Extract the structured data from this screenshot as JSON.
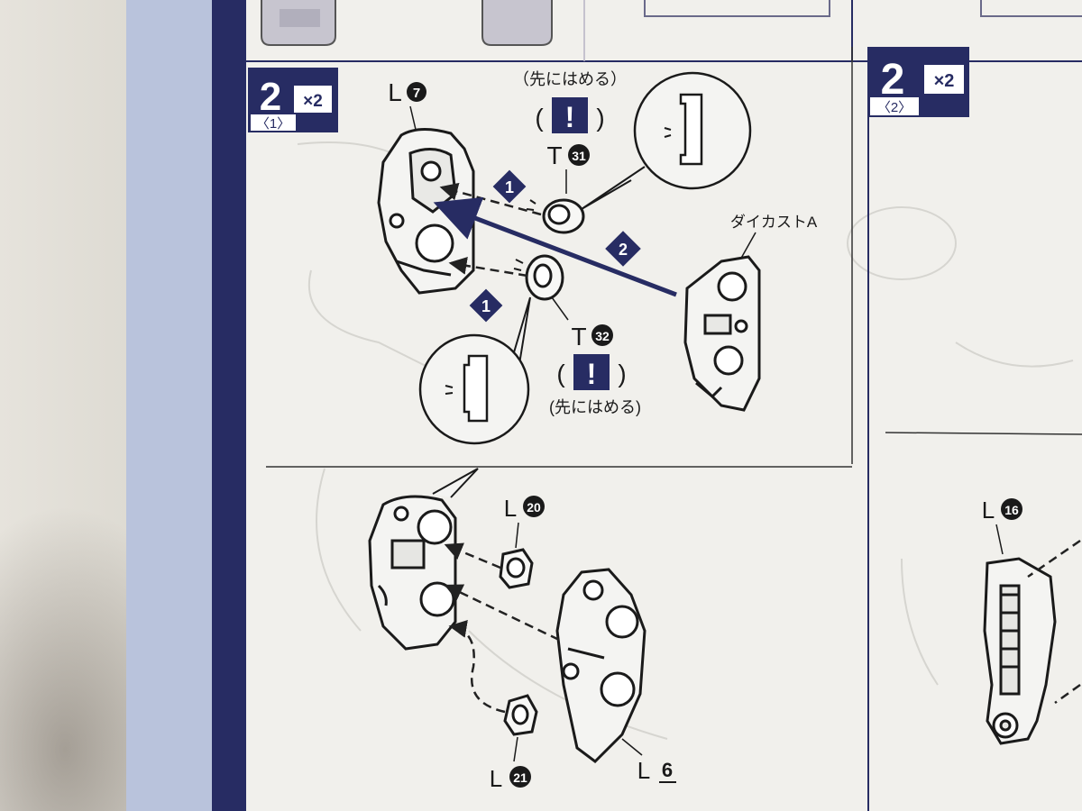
{
  "colors": {
    "navy": "#272c63",
    "panel_bg": "#f1f0ec",
    "line": "#3a3a42"
  },
  "left_step": {
    "number": "2",
    "multiplier": "×2",
    "sub": "〈1〉",
    "parts": {
      "l7": {
        "letter": "L",
        "num": "7"
      },
      "t31": {
        "letter": "T",
        "num": "31"
      },
      "t32": {
        "letter": "T",
        "num": "32"
      },
      "die_cast": "ダイカストA",
      "l20": {
        "letter": "L",
        "num": "20"
      },
      "l6": {
        "letter": "L",
        "num": "6"
      },
      "l21": {
        "letter": "L",
        "num": "21"
      }
    },
    "note_top": "（先にはめる）",
    "note_bottom": "(先にはめる)",
    "arrow_steps": [
      "1",
      "2",
      "1"
    ]
  },
  "right_step": {
    "number": "2",
    "multiplier": "×2",
    "sub": "〈2〉",
    "part_l16": {
      "letter": "L",
      "num": "16"
    }
  }
}
